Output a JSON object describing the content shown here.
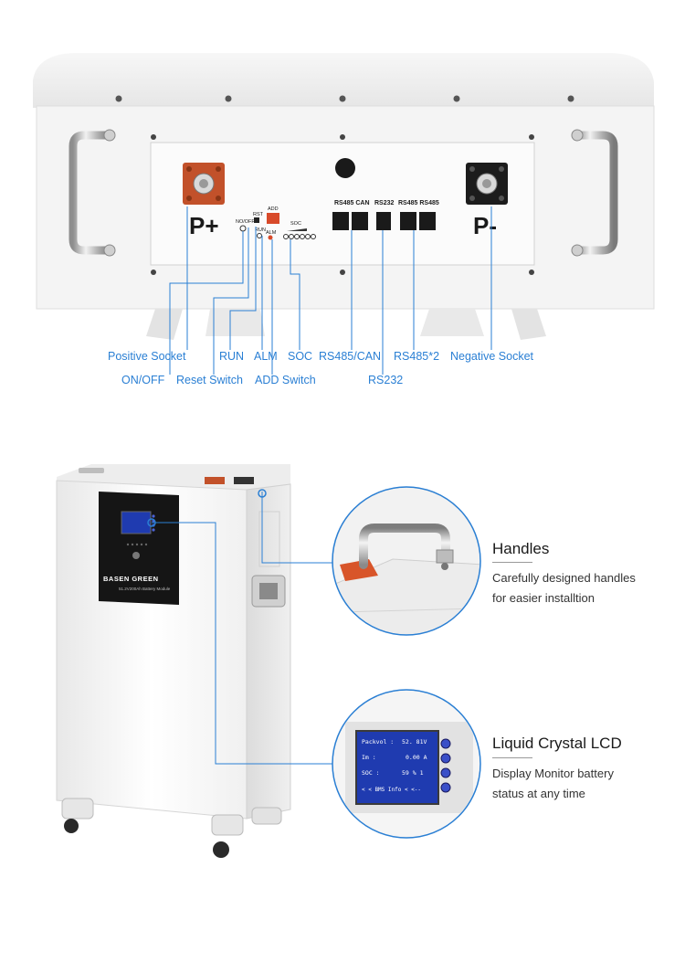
{
  "front_panel": {
    "plus_label": "P+",
    "minus_label": "P-",
    "switch_labels": {
      "on_off": "NO/OFF",
      "rst": "RST",
      "run": "RUN",
      "alm": "ALM",
      "add": "ADD",
      "soc": "SOC"
    },
    "port_labels": {
      "rs485_can": "RS485  CAN",
      "rs232": "RS232",
      "rs485_pair": "RS485  RS485"
    }
  },
  "callouts": {
    "positive_socket": "Positive Socket",
    "on_off": "ON/OFF",
    "reset_switch": "Reset Switch",
    "run": "RUN",
    "alm": "ALM",
    "add_switch": "ADD Switch",
    "soc": "SOC",
    "rs485_can": "RS485/CAN",
    "rs232": "RS232",
    "rs485_2": "RS485*2",
    "negative_socket": "Negative Socket"
  },
  "product": {
    "brand": "BASEN GREEN",
    "model_caption": "51.2V200Ah Battery Module"
  },
  "features": [
    {
      "title": "Handles",
      "desc_line1": "Carefully designed handles",
      "desc_line2": "for easier installtion"
    },
    {
      "title": "Liquid Crystal LCD",
      "desc_line1": "Display Monitor battery",
      "desc_line2": "status at any time"
    }
  ],
  "lcd": {
    "row1_label": "Packvol :",
    "row1_value": "52. 81V",
    "row2_label": "Im :",
    "row2_value": "0.00 A",
    "row3_label": "SOC :",
    "row3_value": "59  %  1",
    "row4": "< <  BMS   Info < <--"
  },
  "colors": {
    "accent": "#2a7fd4",
    "terminal_positive": "#c2512a",
    "terminal_negative": "#1c1c1c",
    "lcd_screen": "#1f3bb0",
    "panel_black": "#151515"
  }
}
